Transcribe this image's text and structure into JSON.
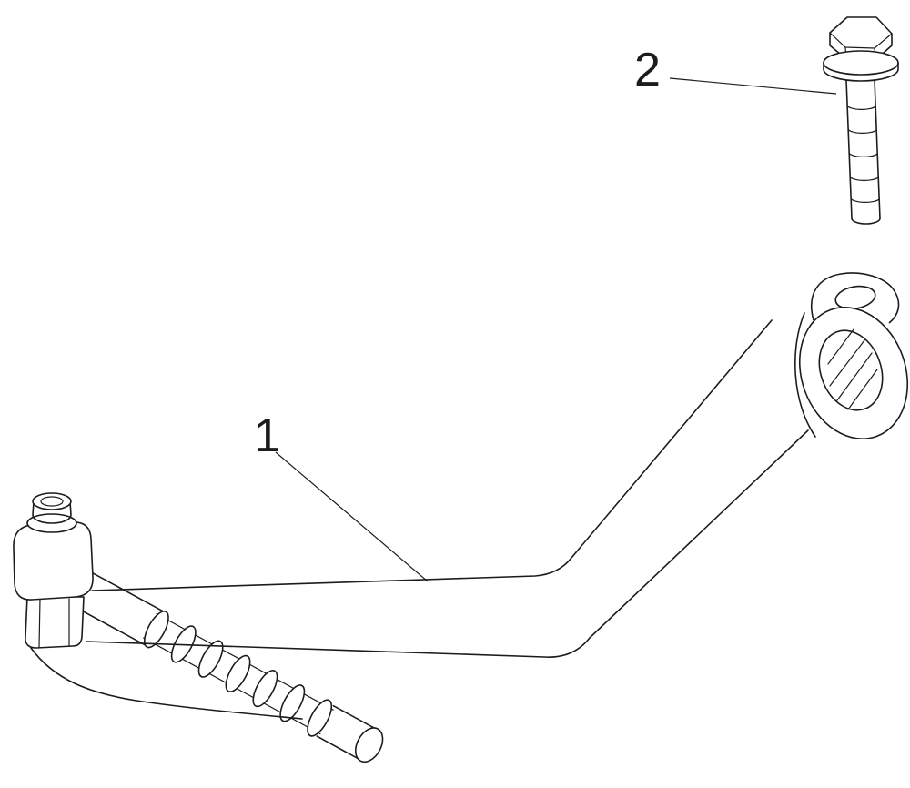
{
  "page": {
    "background_color": "#ffffff",
    "line_color": "#1c1c1c",
    "kind": "technical-parts-line-drawing"
  },
  "diagram": {
    "callouts": [
      {
        "label": "1",
        "part": "lever-arm-with-splined-shaft-and-eye-boss"
      },
      {
        "label": "2",
        "part": "hex-flange-bolt"
      }
    ]
  }
}
